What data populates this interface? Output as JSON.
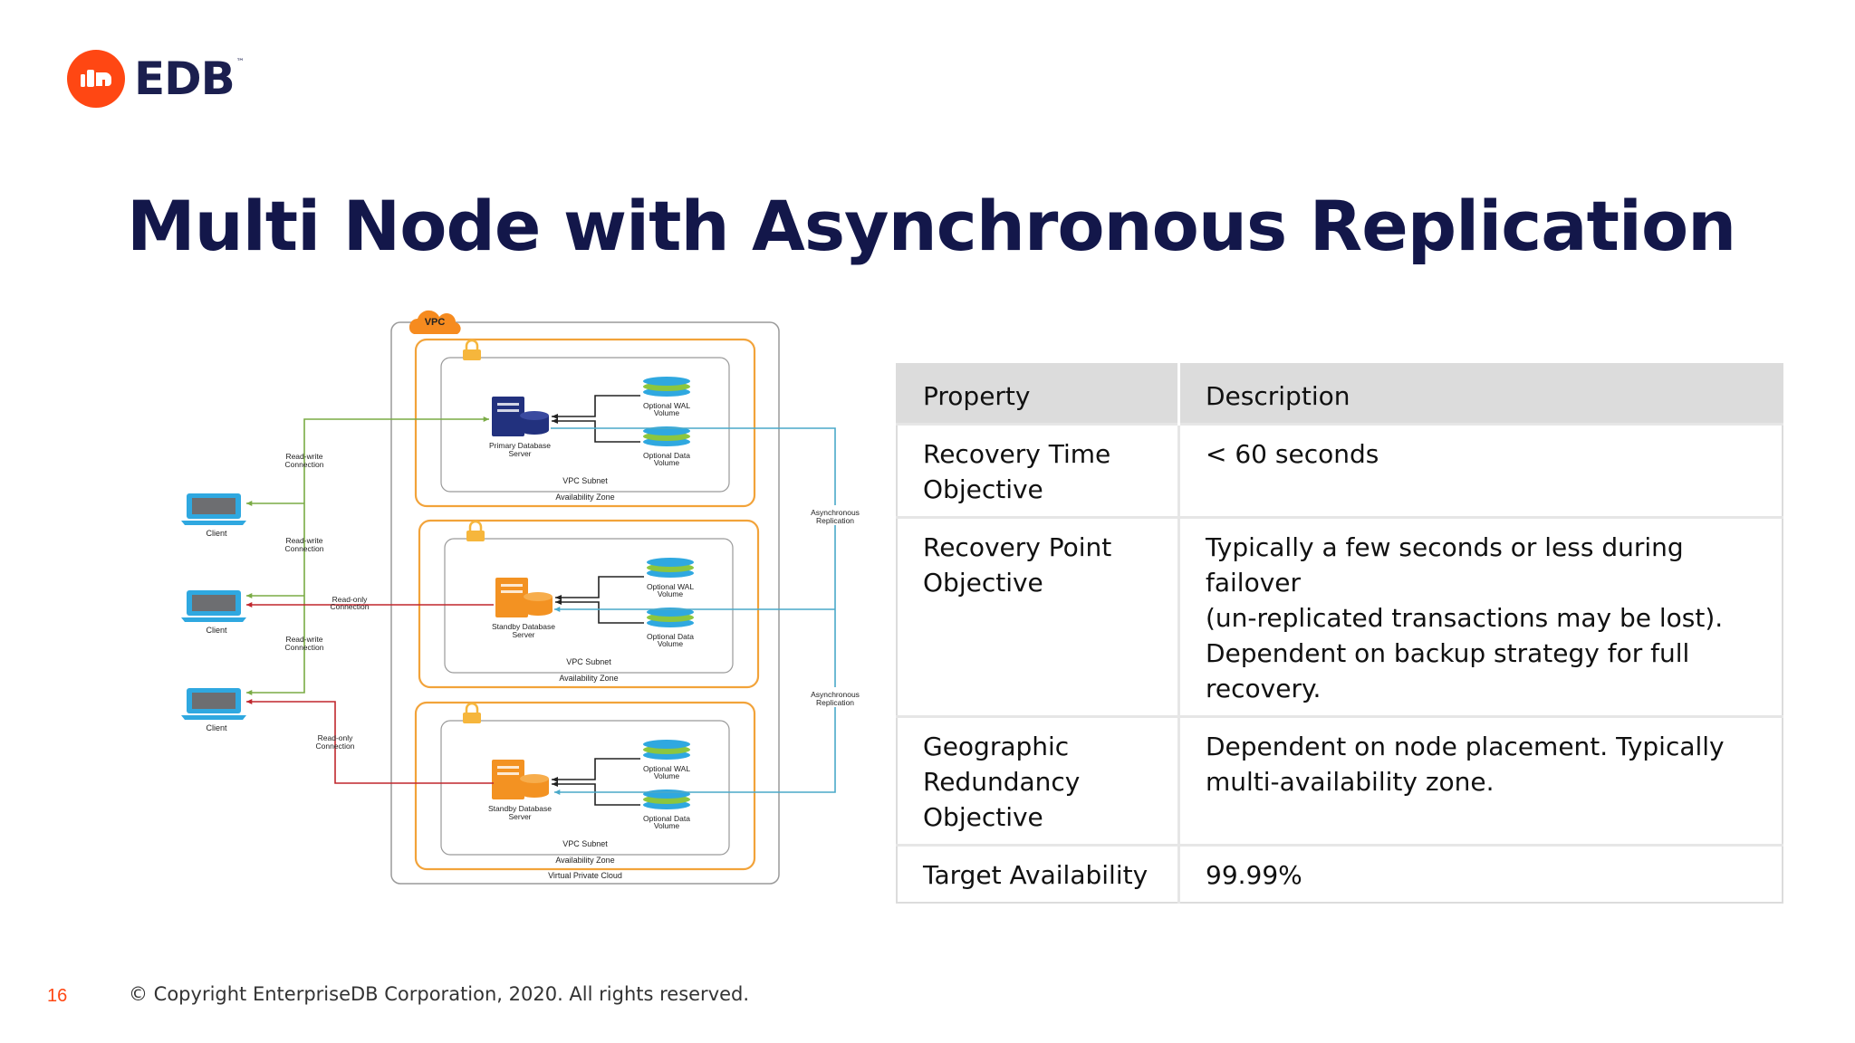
{
  "brand": {
    "name": "EDB",
    "tm": "™",
    "accent": "#ff4713",
    "navy": "#13174a"
  },
  "title": "Multi Node with Asynchronous Replication",
  "diagram": {
    "vpc_badge": "VPC",
    "vpc_label": "Virtual Private Cloud",
    "zones": [
      {
        "server": [
          "Primary Database",
          "Server"
        ],
        "wal": [
          "Optional WAL",
          "Volume"
        ],
        "data": [
          "Optional Data",
          "Volume"
        ],
        "subnet": "VPC Subnet",
        "az": "Availability Zone"
      },
      {
        "server": [
          "Standby Database",
          "Server"
        ],
        "wal": [
          "Optional WAL",
          "Volume"
        ],
        "data": [
          "Optional Data",
          "Volume"
        ],
        "subnet": "VPC Subnet",
        "az": "Availability Zone"
      },
      {
        "server": [
          "Standby Database",
          "Server"
        ],
        "wal": [
          "Optional WAL",
          "Volume"
        ],
        "data": [
          "Optional Data",
          "Volume"
        ],
        "subnet": "VPC Subnet",
        "az": "Availability Zone"
      }
    ],
    "clients": [
      "Client",
      "Client",
      "Client"
    ],
    "conn_rw": [
      "Read-write",
      "Connection"
    ],
    "conn_ro": [
      "Read-only",
      "Connection"
    ],
    "async": [
      "Asynchronous",
      "Replication"
    ],
    "colors": {
      "zone": "#f2a33a",
      "rw": "#7aab45",
      "ro": "#c0272d",
      "repl": "#4aa9c9",
      "primary": "#22317e",
      "standby": "#f39222",
      "disk": "#2fa8e0",
      "disk_green": "#8cc63f"
    }
  },
  "table": {
    "headers": [
      "Property",
      "Description"
    ],
    "rows": [
      {
        "property": [
          "Recovery Time",
          "Objective"
        ],
        "description": [
          "< 60 seconds"
        ]
      },
      {
        "property": [
          "Recovery Point",
          "Objective"
        ],
        "description": [
          "Typically a few seconds or less during failover",
          "(un-replicated transactions may be lost).",
          "Dependent on backup strategy for full",
          "recovery."
        ]
      },
      {
        "property": [
          "Geographic",
          "Redundancy",
          "Objective"
        ],
        "description": [
          "Dependent on node placement. Typically",
          "multi-availability zone."
        ]
      },
      {
        "property": [
          "Target Availability"
        ],
        "description": [
          "99.99%"
        ]
      }
    ]
  },
  "footer": {
    "page": "16",
    "copyright": "© Copyright EnterpriseDB Corporation, 2020. All rights reserved."
  }
}
